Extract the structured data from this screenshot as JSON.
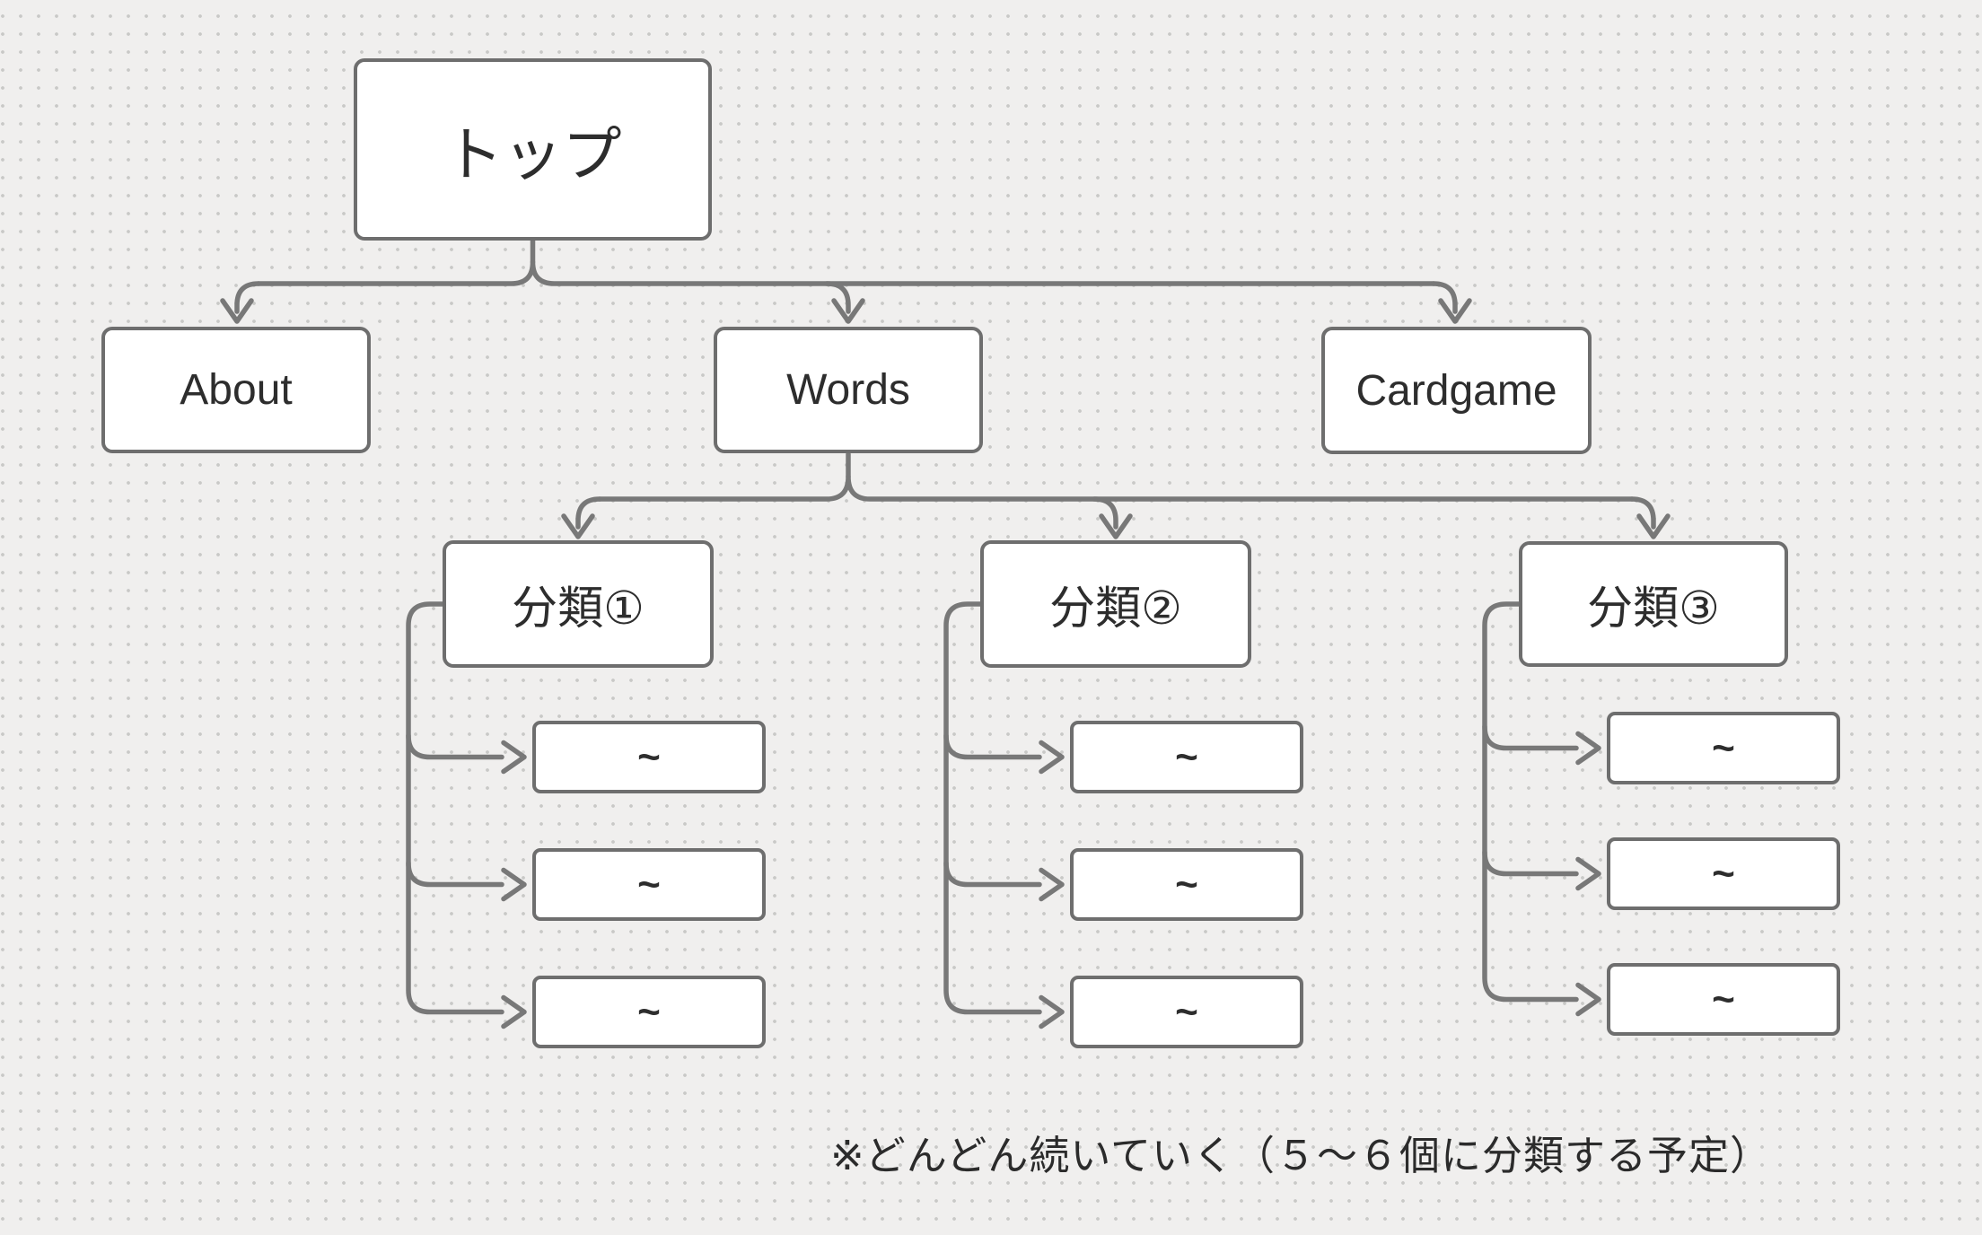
{
  "diagram": {
    "nodes": {
      "top": "トップ",
      "about": "About",
      "words": "Words",
      "cardgame": "Cardgame"
    },
    "categories": [
      {
        "label": "分類①",
        "items": [
          "~",
          "~",
          "~"
        ]
      },
      {
        "label": "分類②",
        "items": [
          "~",
          "~",
          "~"
        ]
      },
      {
        "label": "分類③",
        "items": [
          "~",
          "~",
          "~"
        ]
      }
    ],
    "edges": [
      {
        "from": "top",
        "to": "about"
      },
      {
        "from": "top",
        "to": "words"
      },
      {
        "from": "top",
        "to": "cardgame"
      },
      {
        "from": "words",
        "to": "分類①"
      },
      {
        "from": "words",
        "to": "分類②"
      },
      {
        "from": "words",
        "to": "分類③"
      },
      {
        "from": "分類①",
        "to": "item1"
      },
      {
        "from": "分類①",
        "to": "item2"
      },
      {
        "from": "分類①",
        "to": "item3"
      },
      {
        "from": "分類②",
        "to": "item1"
      },
      {
        "from": "分類②",
        "to": "item2"
      },
      {
        "from": "分類②",
        "to": "item3"
      },
      {
        "from": "分類③",
        "to": "item1"
      },
      {
        "from": "分類③",
        "to": "item2"
      },
      {
        "from": "分類③",
        "to": "item3"
      }
    ],
    "note": "※どんどん続いていく（５～６個に分類する予定）",
    "colors": {
      "background": "#f0efee",
      "grid_dot": "#c9c9c7",
      "node_fill": "#ffffff",
      "node_border": "#6e6e6e",
      "connector": "#787878",
      "text": "#2d2d2d"
    }
  }
}
